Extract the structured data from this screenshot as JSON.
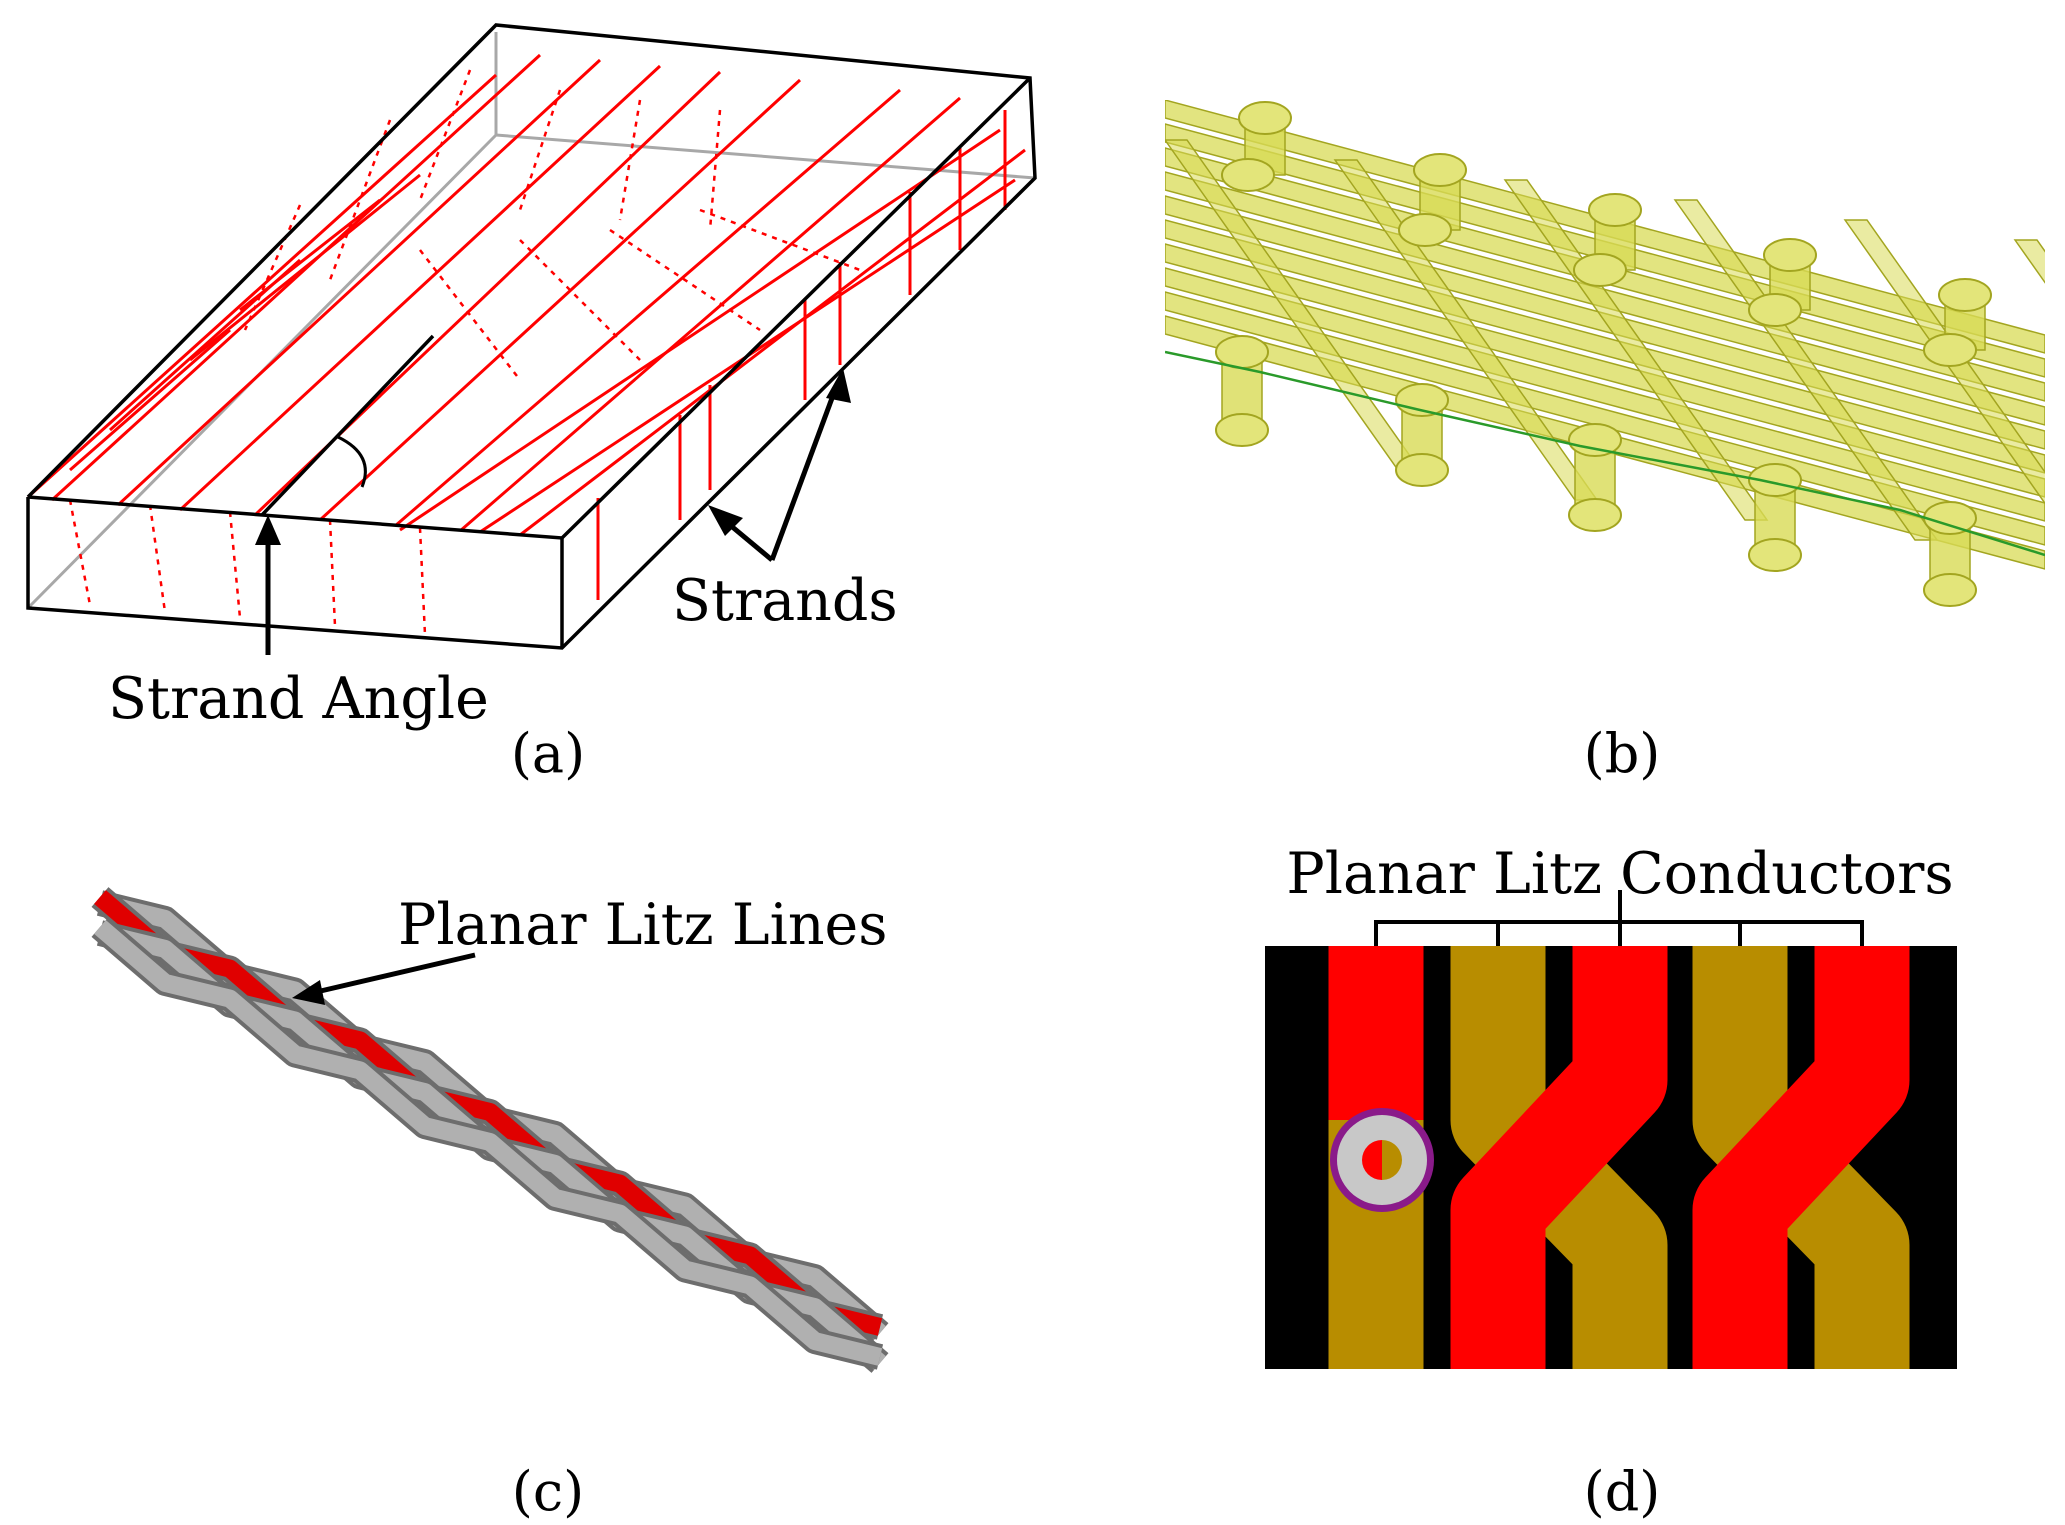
{
  "panels": {
    "a": {
      "caption": "(a)",
      "labels": {
        "strand_angle": "Strand Angle",
        "strands": "Strands"
      },
      "colors": {
        "edge": "#000000",
        "hidden_edge": "#9a9a9a",
        "strand": "#ff0000"
      }
    },
    "b": {
      "caption": "(b)",
      "colors": {
        "strand_fill": "#d8db55",
        "strand_edge": "#a3a520",
        "via_line": "#2a9a2a"
      }
    },
    "c": {
      "caption": "(c)",
      "labels": {
        "planar_litz_lines": "Planar Litz Lines"
      },
      "colors": {
        "highlight": "#e00000",
        "conductor": "#b0b0b0",
        "conductor_dark": "#6d6d6d"
      }
    },
    "d": {
      "caption": "(d)",
      "labels": {
        "planar_litz_conductors": "Planar Litz Conductors"
      },
      "colors": {
        "background": "#000000",
        "top_layer": "#ff0000",
        "bottom_layer": "#b88d00",
        "via_ring": "#c8c8c8",
        "via_halo": "#8a1a8a"
      }
    }
  }
}
